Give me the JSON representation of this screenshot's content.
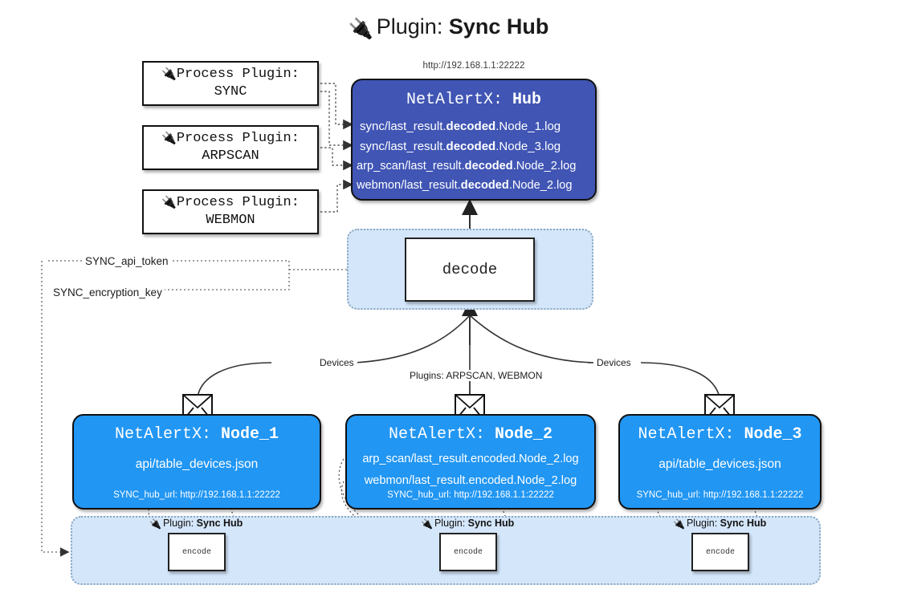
{
  "page": {
    "title_prefix": "Plugin: ",
    "title_strong": "Sync Hub",
    "plug_icon": "🔌",
    "bg": "#ffffff"
  },
  "colors": {
    "hub_fill": "#4055b4",
    "node_fill": "#2196f3",
    "panel_fill": "#d4e6fa",
    "panel_border": "#8aa7c0",
    "box_border": "#111111",
    "text_dark": "#1a1a1a",
    "text_light": "#ffffff"
  },
  "hub": {
    "url": "http://192.168.1.1:22222",
    "title_prefix": "NetAlertX: ",
    "title_strong": "Hub",
    "logs": [
      {
        "pre": "sync/last_result.",
        "strong": "decoded",
        "post": ".Node_1.log"
      },
      {
        "pre": "sync/last_result.",
        "strong": "decoded",
        "post": ".Node_3.log"
      },
      {
        "pre": "arp_scan/last_result.",
        "strong": "decoded",
        "post": ".Node_2.log"
      },
      {
        "pre": "webmon/last_result.",
        "strong": "decoded",
        "post": ".Node_2.log"
      }
    ]
  },
  "process_plugins": [
    {
      "label": "Process Plugin:",
      "name": "SYNC"
    },
    {
      "label": "Process Plugin:",
      "name": "ARPSCAN"
    },
    {
      "label": "Process Plugin:",
      "name": "WEBMON"
    }
  ],
  "decode": {
    "label": "decode"
  },
  "params": {
    "api_token": "SYNC_api_token",
    "encryption_key": "SYNC_encryption_key"
  },
  "edge_labels": {
    "devices_left": "Devices",
    "devices_right": "Devices",
    "plugins_mid": "Plugins: ARPSCAN, WEBMON"
  },
  "nodes": [
    {
      "title_prefix": "NetAlertX: ",
      "title_strong": "Node_1",
      "lines": [
        "api/table_devices.json"
      ],
      "footer": "SYNC_hub_url: http://192.168.1.1:22222"
    },
    {
      "title_prefix": "NetAlertX: ",
      "title_strong": "Node_2",
      "lines": [
        "arp_scan/last_result.encoded.Node_2.log",
        "webmon/last_result.encoded.Node_2.log"
      ],
      "footer": "SYNC_hub_url: http://192.168.1.1:22222"
    },
    {
      "title_prefix": "NetAlertX: ",
      "title_strong": "Node_3",
      "lines": [
        "api/table_devices.json"
      ],
      "footer": "SYNC_hub_url: http://192.168.1.1:22222"
    }
  ],
  "encoders": [
    {
      "caption_prefix": "Plugin: ",
      "caption_strong": "Sync Hub",
      "label": "encode"
    },
    {
      "caption_prefix": "Plugin: ",
      "caption_strong": "Sync Hub",
      "label": "encode"
    },
    {
      "caption_prefix": "Plugin: ",
      "caption_strong": "Sync Hub",
      "label": "encode"
    }
  ]
}
